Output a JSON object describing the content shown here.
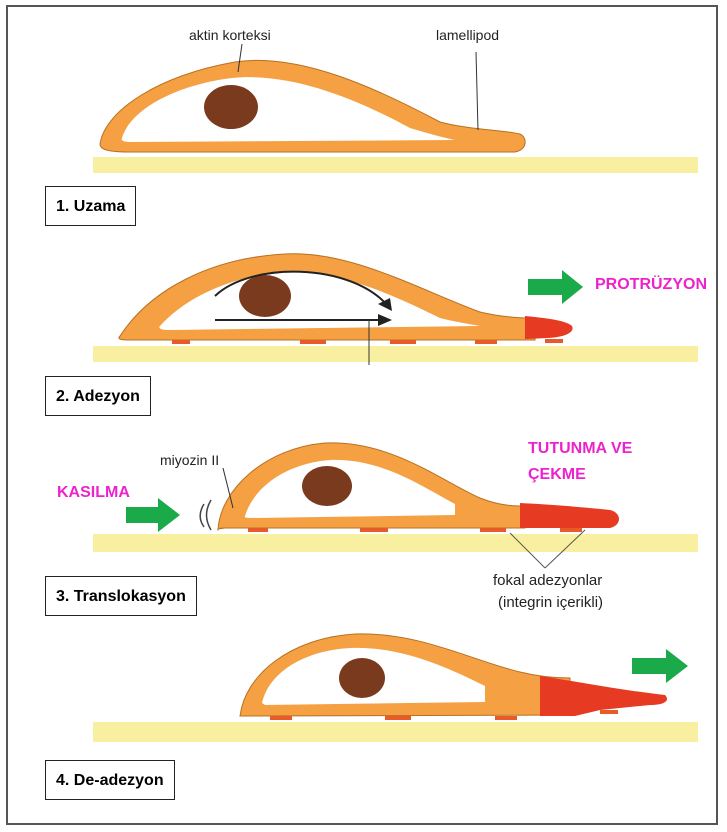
{
  "labels": {
    "actin_cortex": "aktin korteksi",
    "lamellipod": "lamellipod",
    "myosin": "miyozin II",
    "focal_line1": "fokal adezyonlar",
    "focal_line2": "(integrin içerikli)"
  },
  "actions": {
    "protrusion": "PROTRÜZYON",
    "contraction": "KASILMA",
    "grip_line1": "TUTUNMA VE",
    "grip_line2": "ÇEKME"
  },
  "steps": [
    {
      "label": "1. Uzama"
    },
    {
      "label": "2. Adezyon"
    },
    {
      "label": "3. Translokasyon"
    },
    {
      "label": "4. De-adezyon"
    }
  ],
  "colors": {
    "substrate": "#f8f0a0",
    "cell_body": "#f5a043",
    "cell_interior": "#ffffff",
    "nucleus": "#7a3a1e",
    "adhesion": "#e63a22",
    "arrow": "#1aaa4a",
    "action_text": "#ee22cc"
  }
}
